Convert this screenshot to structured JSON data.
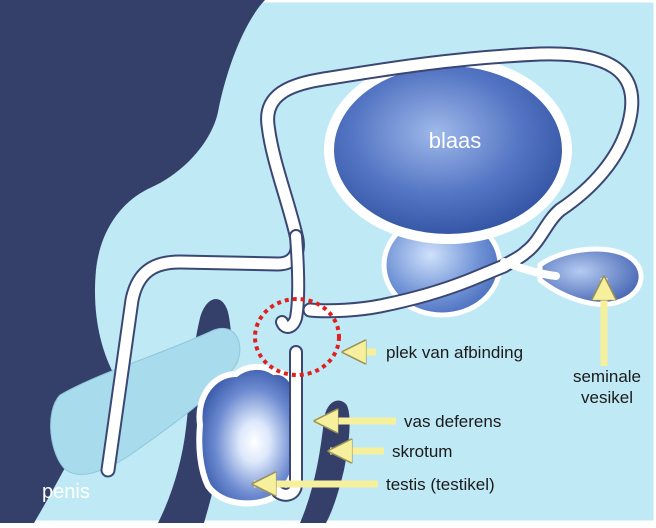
{
  "labels": {
    "bladder": "blaas",
    "ligation_site": "plek van afbinding",
    "seminal_vesicle_line1": "seminale",
    "seminal_vesicle_line2": "vesikel",
    "vas_deferens": "vas deferens",
    "scrotum": "skrotum",
    "testis": "testis (testikel)",
    "penis": "penis"
  },
  "colors": {
    "background": "#bfe9f4",
    "body_silhouette": "#34406a",
    "organ_blue": "#3d63b5",
    "organ_highlight": "#e6f2ff",
    "duct": "#ffffff",
    "arrow": "#f6ef9c",
    "ligation_circle": "#e0201f"
  }
}
